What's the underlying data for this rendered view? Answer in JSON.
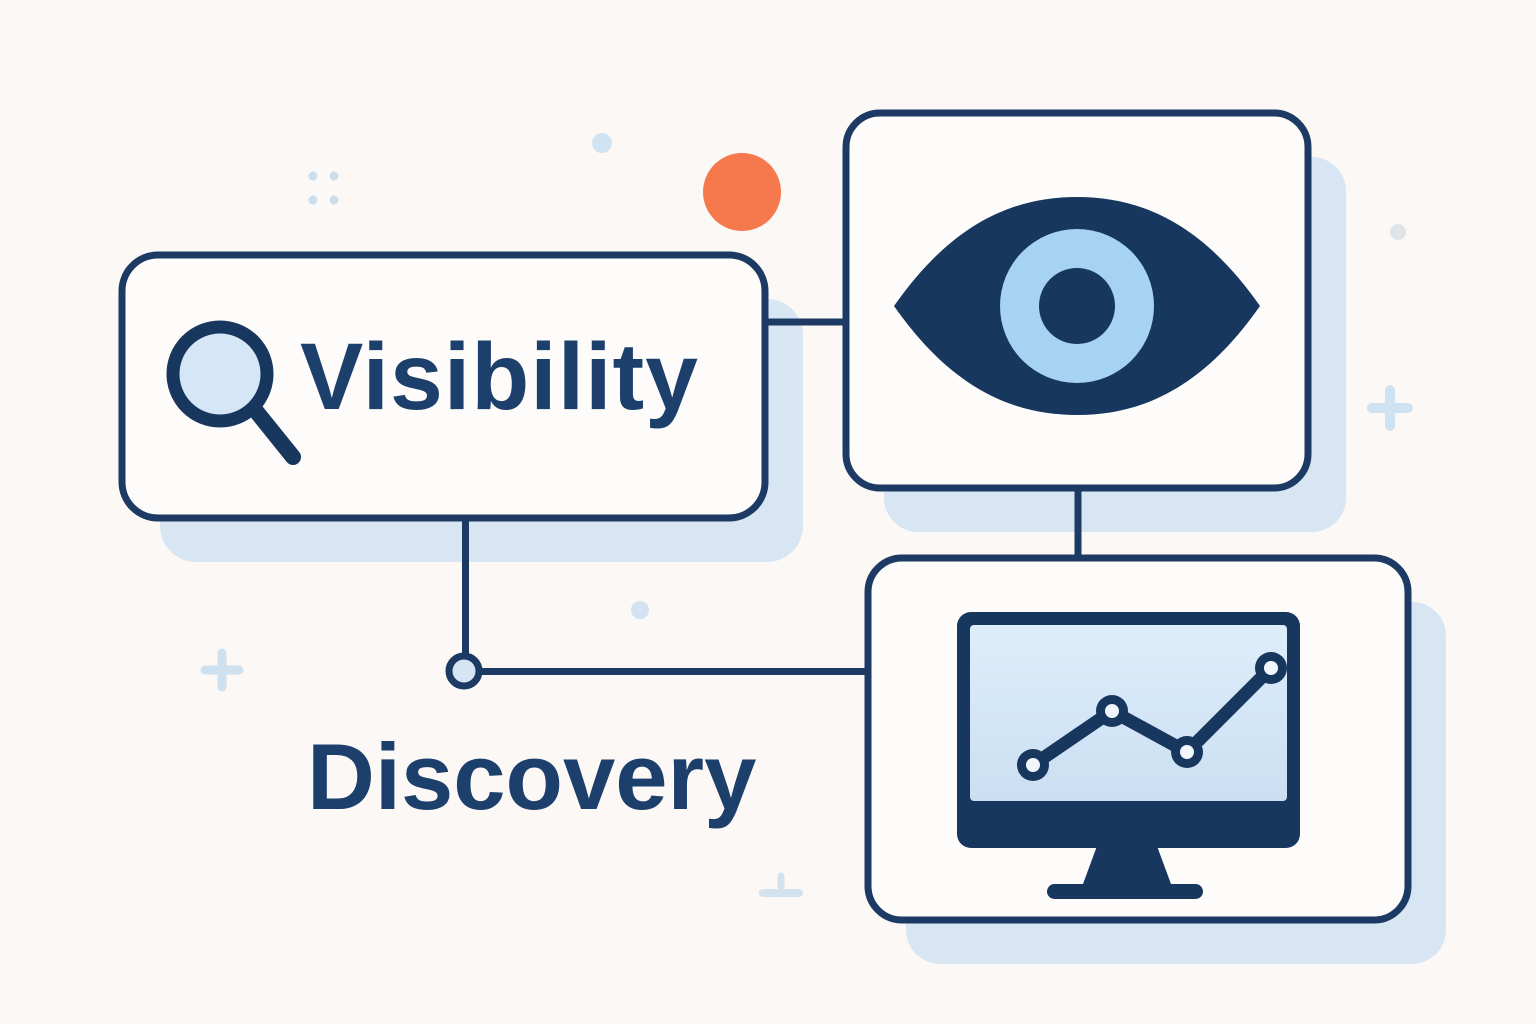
{
  "illustration": {
    "background_color": "#FBF8F5",
    "palette": {
      "navy": "#17375F",
      "navy_border": "#1C3A63",
      "text_navy": "#1D3F6B",
      "light_blue_iris": "#A7D3F2",
      "pale_blue_fill": "#D6E7F6",
      "screen_blue_top": "#DDEEFB",
      "screen_blue_bottom": "#CBDFF2",
      "shadow_blue": "#D8E6F3",
      "decoration_blue": "#CFE2F1",
      "card_fill": "#FEFCFA",
      "orange": "#F5794C"
    },
    "cards": {
      "visibility": {
        "label": "Visibility",
        "icon": "magnifier-icon"
      },
      "eye": {
        "icon": "eye-icon"
      },
      "analytics": {
        "icon": "monitor-chart-icon"
      }
    },
    "labels": {
      "discovery": "Discovery"
    },
    "connectors": [
      "visibility-to-eye",
      "visibility-to-node",
      "node-to-analytics",
      "eye-to-analytics"
    ],
    "decorations": [
      "orange-circle",
      "dot-grid-2x2",
      "small-dot-top",
      "small-dot-right",
      "small-dot-middle",
      "plus-mark-right",
      "plus-mark-left",
      "ground-mark-bottom"
    ]
  }
}
